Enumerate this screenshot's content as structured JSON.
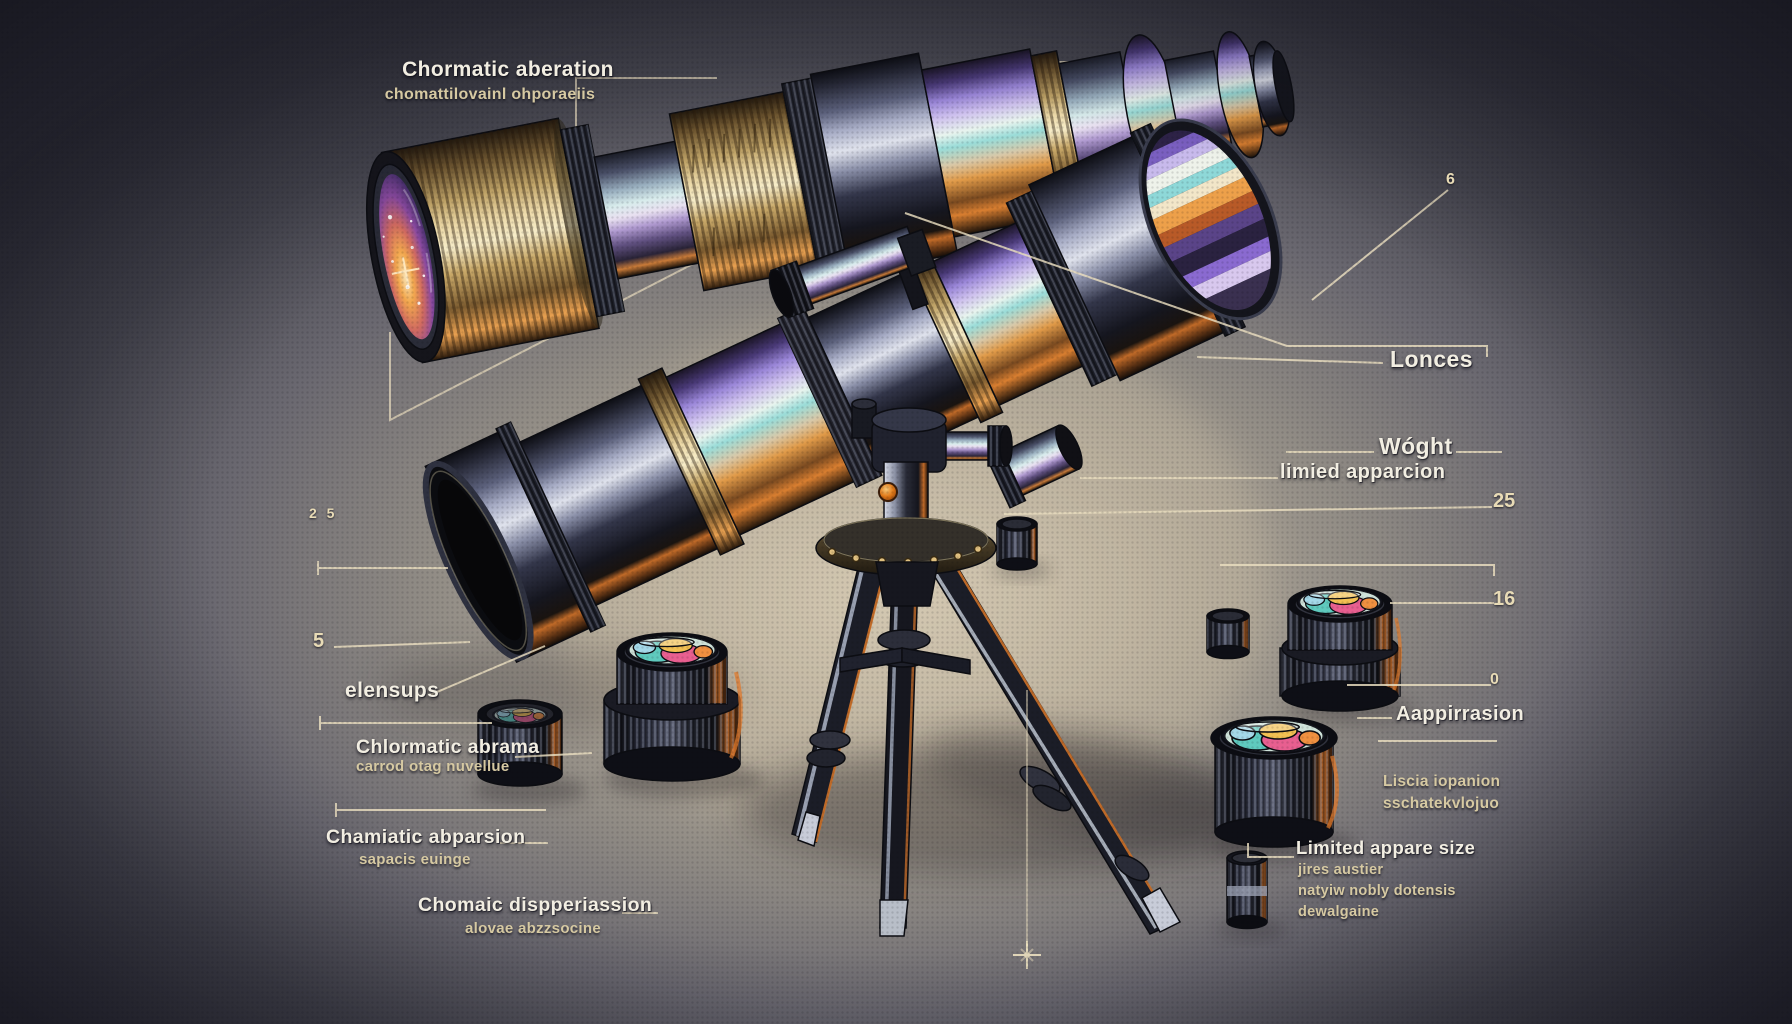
{
  "title": "Telescope parts diagram illustration",
  "colors": {
    "background_edge": "#2d2d36",
    "background_center": "#cfc5b2",
    "annotation_line": "#e8dcbe",
    "label_text": "#f2eee2",
    "sublabel_text": "#d6c9a2",
    "accent_orange": "#e0792c",
    "iridescent_purple": "#8f6fd8",
    "iridescent_cyan": "#8ad8d4",
    "brass": "#e8d5a0"
  },
  "annotations": {
    "top": {
      "title": "Chormatic aberation",
      "subtitle": "chomattilovainl ohporaeiis"
    },
    "right": {
      "lenses": "Lonces",
      "weight": "Wóght",
      "limited_apparation": "limied apparcion",
      "apparation": "Aappirrasion",
      "apparation_note_1": "Liscia iopanion",
      "apparation_note_2": "sschatekvlojuo",
      "limited_size": "Limited appare size",
      "limited_size_note_1": "jires austier",
      "limited_size_note_2": "natyiw nobly dotensis",
      "limited_size_note_3": "dewalgaine"
    },
    "left": {
      "eyepieces": "elensups",
      "chromatic_1_title": "Chlormatic abrama",
      "chromatic_1_sub": "carrod otag nuvellue",
      "chromatic_2_title": "Chamiatic abparsion",
      "chromatic_2_sub": "sapacis euinge",
      "dispersion_title": "Chomaic dispperiassion",
      "dispersion_sub": "alovae abzzsocine"
    },
    "numbers": {
      "n6": "6",
      "n2_5": "2 5",
      "n5": "5",
      "n25": "25",
      "n16": "16",
      "n0": "0"
    }
  }
}
